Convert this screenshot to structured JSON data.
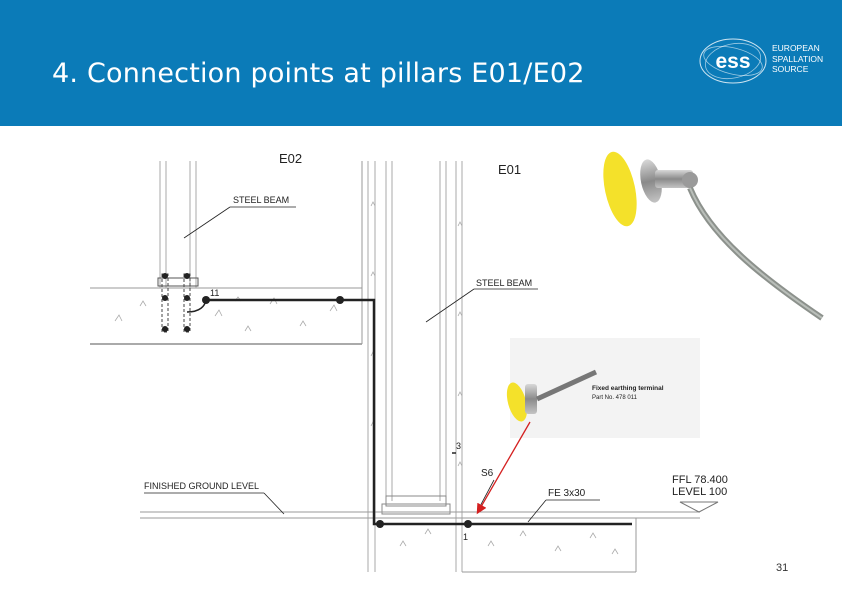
{
  "slide": {
    "title": "4. Connection points at pillars E01/E02",
    "page_number": "31"
  },
  "logo": {
    "mark": "ess",
    "lines": [
      "EUROPEAN",
      "SPALLATION",
      "SOURCE"
    ]
  },
  "drawing": {
    "pillar_e02": "E02",
    "pillar_e01": "E01",
    "steel_beam_left": "STEEL BEAM",
    "steel_beam_right": "STEEL BEAM",
    "point_11": "11",
    "point_3": "3",
    "point_1": "1",
    "s6": "S6",
    "finished_ground_level": "FINISHED GROUND LEVEL",
    "fe_conductor": "FE 3x30",
    "ffl": "FFL 78.400",
    "level": "LEVEL 100",
    "terminal_caption_1": "Fixed earthing terminal",
    "terminal_caption_2": "Part No. 478 011"
  },
  "colors": {
    "header": "#0b7bb8",
    "terminal_cap": "#f4e12a",
    "arrow": "#d42020"
  }
}
